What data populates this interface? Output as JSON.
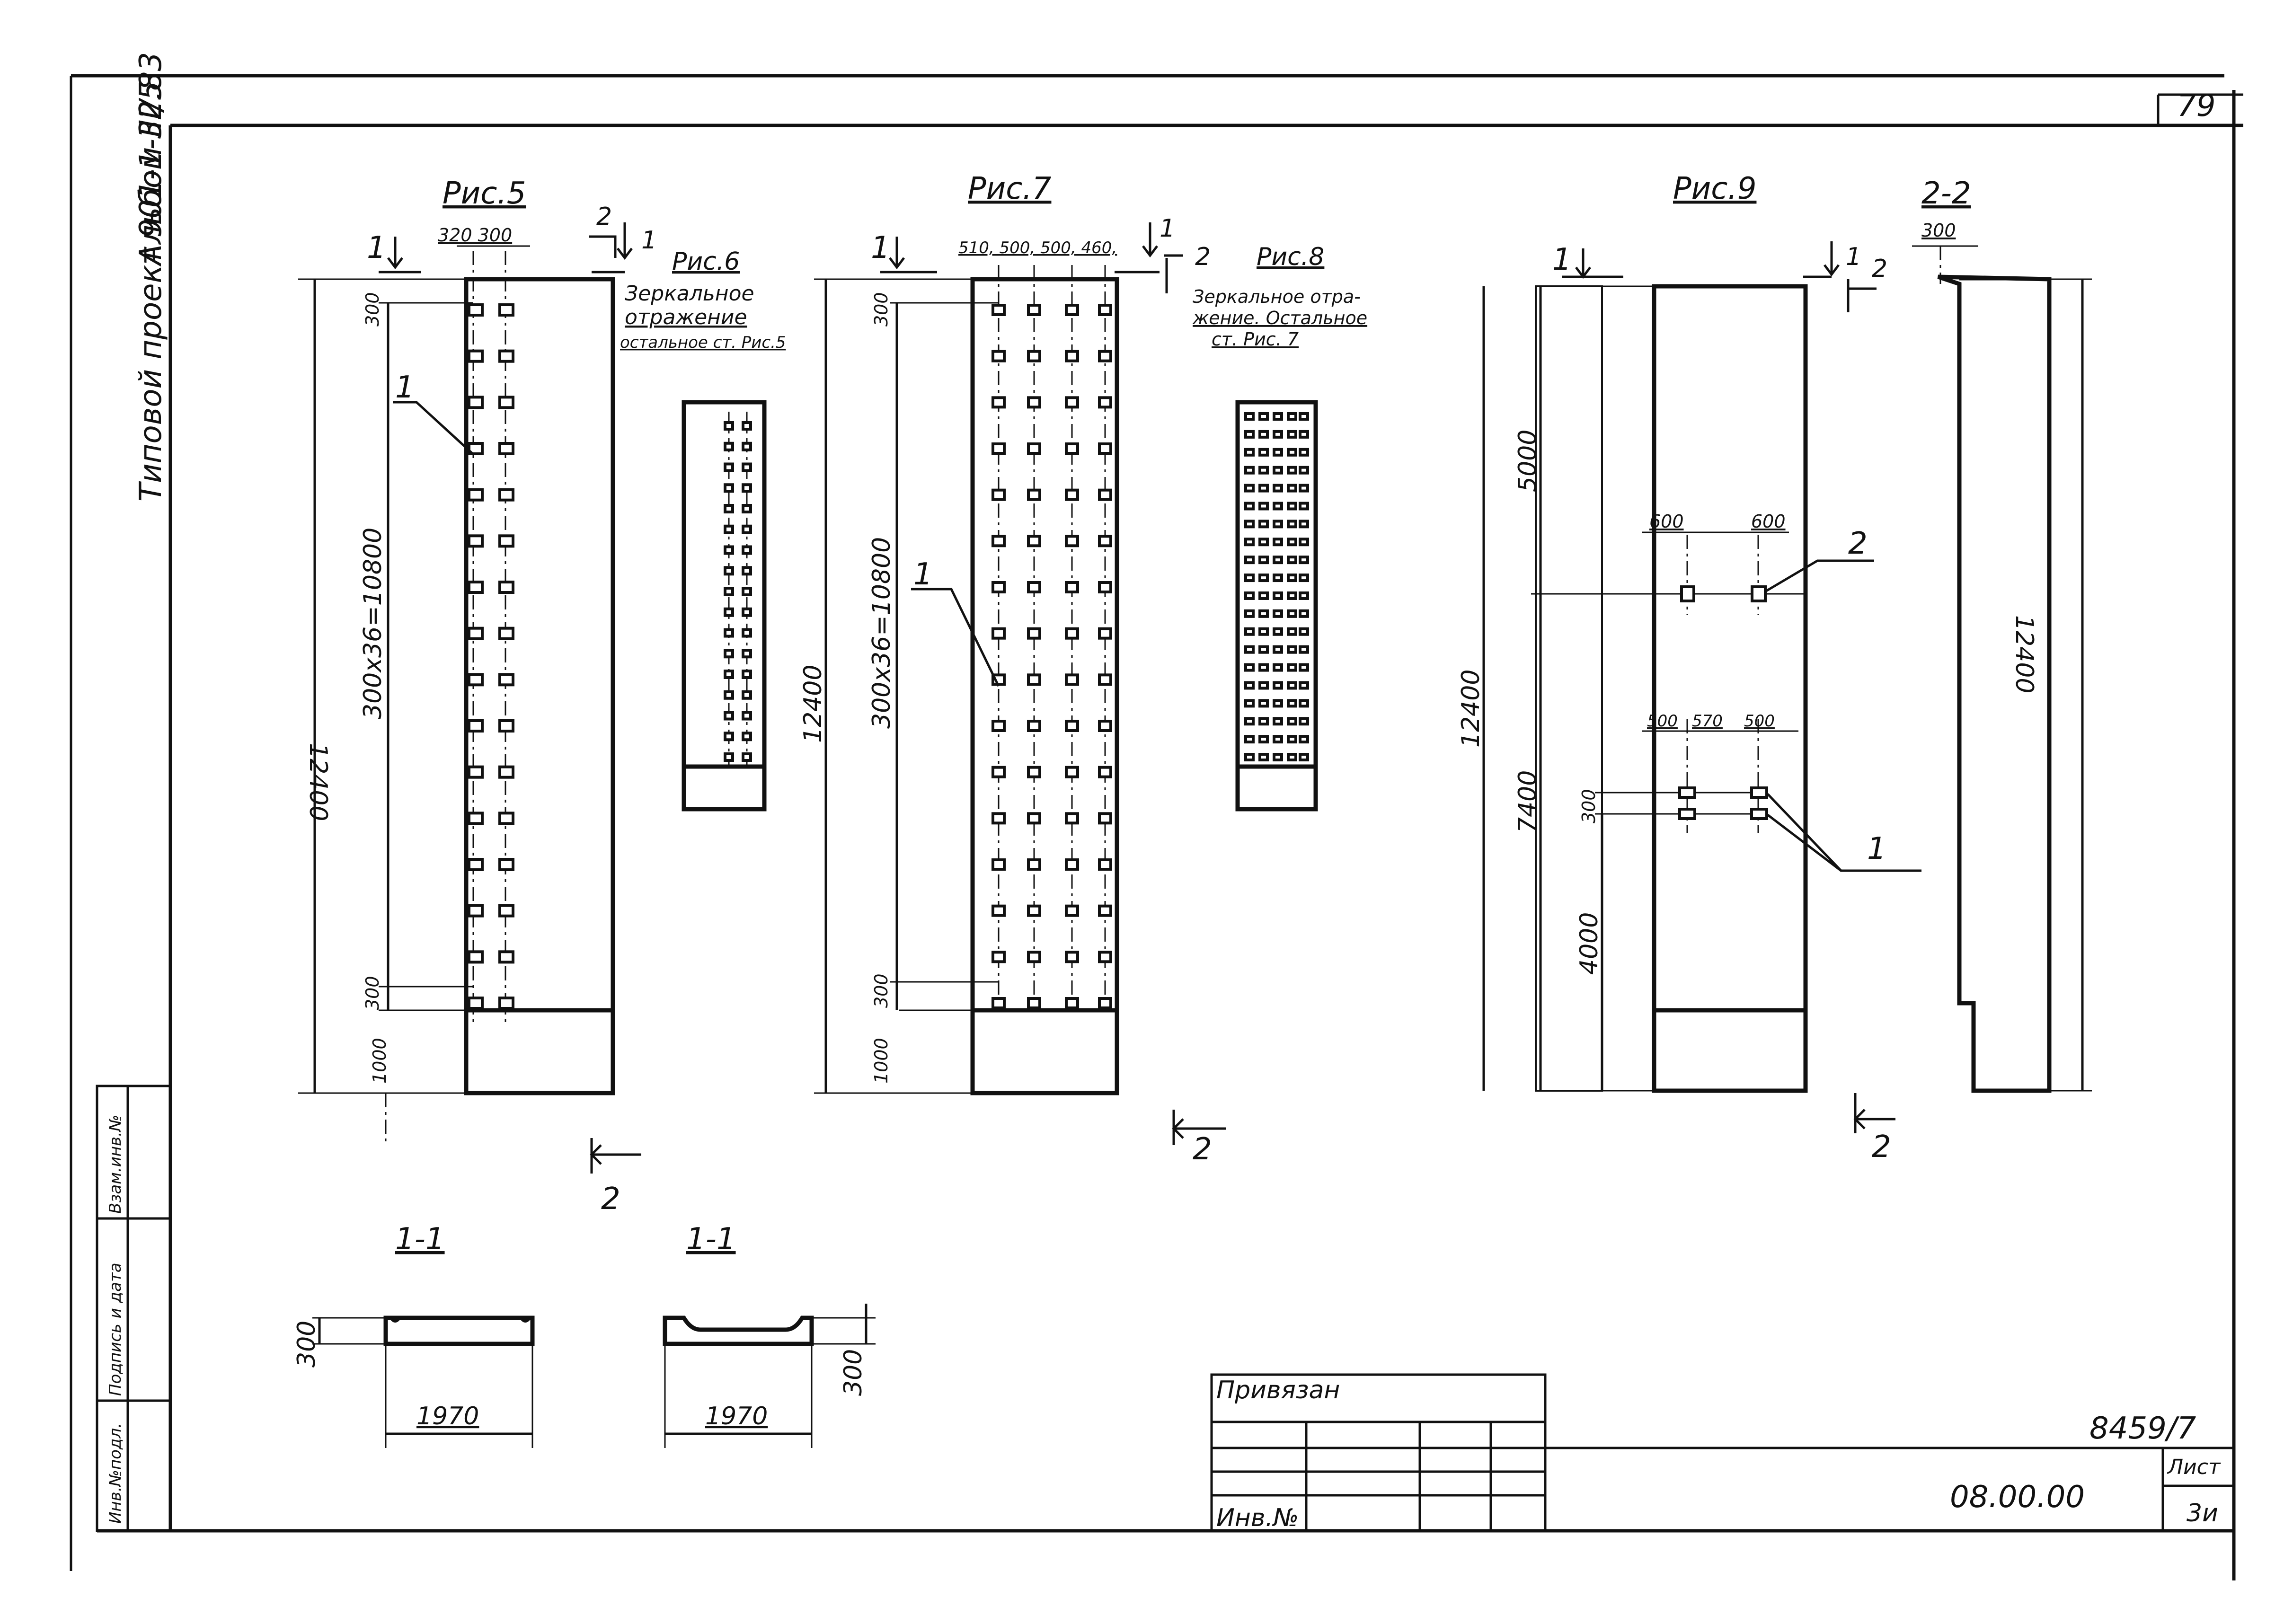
{
  "sheet_number": "79",
  "side_texts": {
    "album": "Альбом III/5",
    "project": "Типовой проект 901-1-32.83"
  },
  "stamp_column": {
    "inv_podl": "Инв.№подл.",
    "podpis": "Подпись и дата",
    "vzam": "Взам.инв.№"
  },
  "fig5": {
    "title": "Рис.5",
    "dim_top": "320 300",
    "section_mark_1": "1",
    "section_mark_2": "2",
    "height": "12400",
    "holes": "300х36=10800",
    "top_gap": "300",
    "bot_gap": "300",
    "base": "1000",
    "label": "1",
    "col_a": [
      1,
      1,
      1,
      1,
      1,
      1,
      1,
      1,
      1,
      1,
      1,
      1,
      1,
      1,
      1,
      1
    ]
  },
  "fig6": {
    "title": "Рис.6",
    "note_1": "Зеркальное",
    "note_2": "отражение",
    "note_3": "остальное ст. Рис.5",
    "section_mark_2": "2",
    "section_mark_1": "1"
  },
  "fig7": {
    "title": "Рис.7",
    "dim_top": "510, 500, 500, 460,",
    "section_mark_1": "1",
    "section_mark_2": "2",
    "height": "12400",
    "holes": "300х36=10800",
    "top_gap": "300",
    "bot_gap": "300",
    "base": "1000",
    "label": "1"
  },
  "fig8": {
    "title": "Рис.8",
    "note_1": "Зеркальное отра-",
    "note_2": "жение. Остальное",
    "note_3": "ст. Рис. 7"
  },
  "fig9": {
    "title": "Рис.9",
    "section_mark_1": "1",
    "section_mark_2": "2",
    "dim_top_half": "5000",
    "height": "12400",
    "bottom_part": "7400",
    "bottom_low": "4000",
    "gap": "300",
    "w1": "600",
    "w2": "600",
    "w3": "500",
    "w4": "570",
    "w5": "500",
    "label_1": "1",
    "label_2": "2"
  },
  "sec22": {
    "title": "2-2",
    "width": "300",
    "height": "12400"
  },
  "view_arrows": {
    "a": "2",
    "b": "2",
    "c": "2"
  },
  "sec11a": {
    "title": "1-1",
    "thick": "300",
    "width": "1970"
  },
  "sec11b": {
    "title": "1-1",
    "thick": "300",
    "width": "1970"
  },
  "title_block": {
    "privyazan": "Привязан",
    "inv": "Инв.№",
    "code": "08.00.00",
    "sheet_label": "Лист",
    "sheet_no": "3и",
    "doc_number": "8459/7"
  }
}
